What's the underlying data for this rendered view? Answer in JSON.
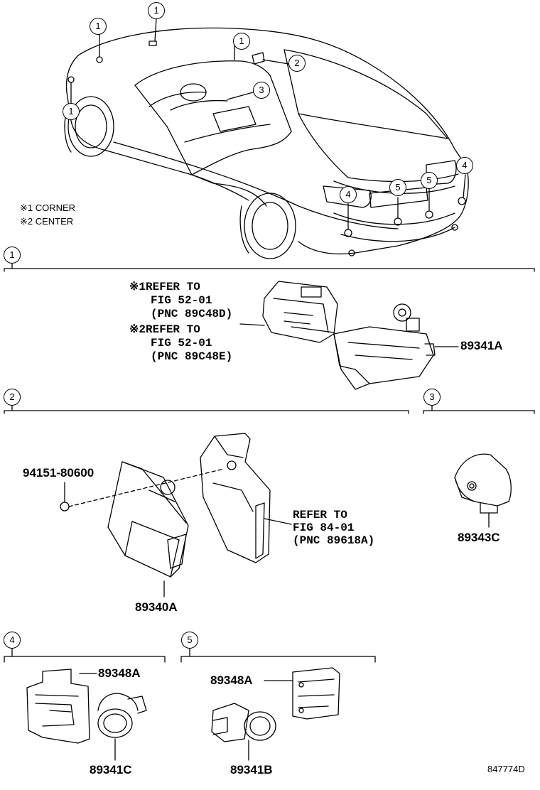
{
  "notes": {
    "corner": "※1 CORNER",
    "center": "※2 CENTER"
  },
  "callouts": {
    "c1": "1",
    "c2": "2",
    "c3": "3",
    "c4": "4",
    "c5": "5"
  },
  "sections": {
    "s1": "1",
    "s2": "2",
    "s3": "3",
    "s4": "4",
    "s5": "5"
  },
  "section1": {
    "ref1_line1": "※1REFER TO",
    "ref1_line2": "FIG 52-01",
    "ref1_line3": "(PNC 89C48D)",
    "ref2_line1": "※2REFER TO",
    "ref2_line2": "FIG 52-01",
    "ref2_line3": "(PNC 89C48E)",
    "part": "89341A"
  },
  "section2": {
    "bolt": "94151-80600",
    "ref_line1": "REFER TO",
    "ref_line2": "FIG 84-01",
    "ref_line3": "(PNC 89618A)",
    "part": "89340A"
  },
  "section3": {
    "part": "89343C"
  },
  "section4": {
    "bracket": "89348A",
    "part": "89341C"
  },
  "section5": {
    "bracket": "89348A",
    "part": "89341B"
  },
  "illustration_id": "847774D"
}
